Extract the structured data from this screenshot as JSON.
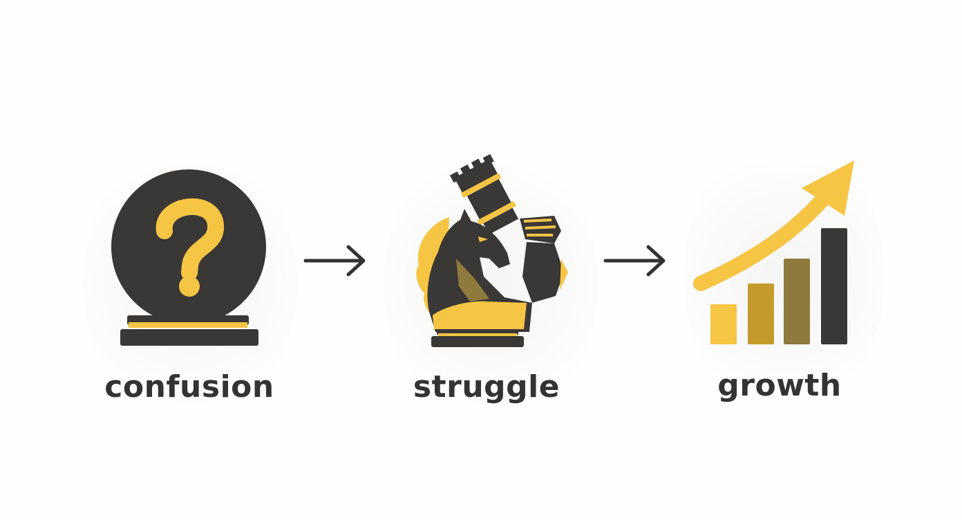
{
  "flow": {
    "steps": [
      {
        "label": "confusion",
        "icon": "question-mark-orb-icon"
      },
      {
        "label": "struggle",
        "icon": "knight-lifting-rook-icon"
      },
      {
        "label": "growth",
        "icon": "rising-bar-chart-icon"
      }
    ],
    "connectors": [
      "arrow-right-icon",
      "arrow-right-icon"
    ]
  },
  "colors": {
    "dark": "#3a3836",
    "yellow": "#f6c544",
    "gold": "#c49a2c",
    "olive": "#8f7a3d",
    "text": "#333333",
    "background": "#fefefe"
  }
}
